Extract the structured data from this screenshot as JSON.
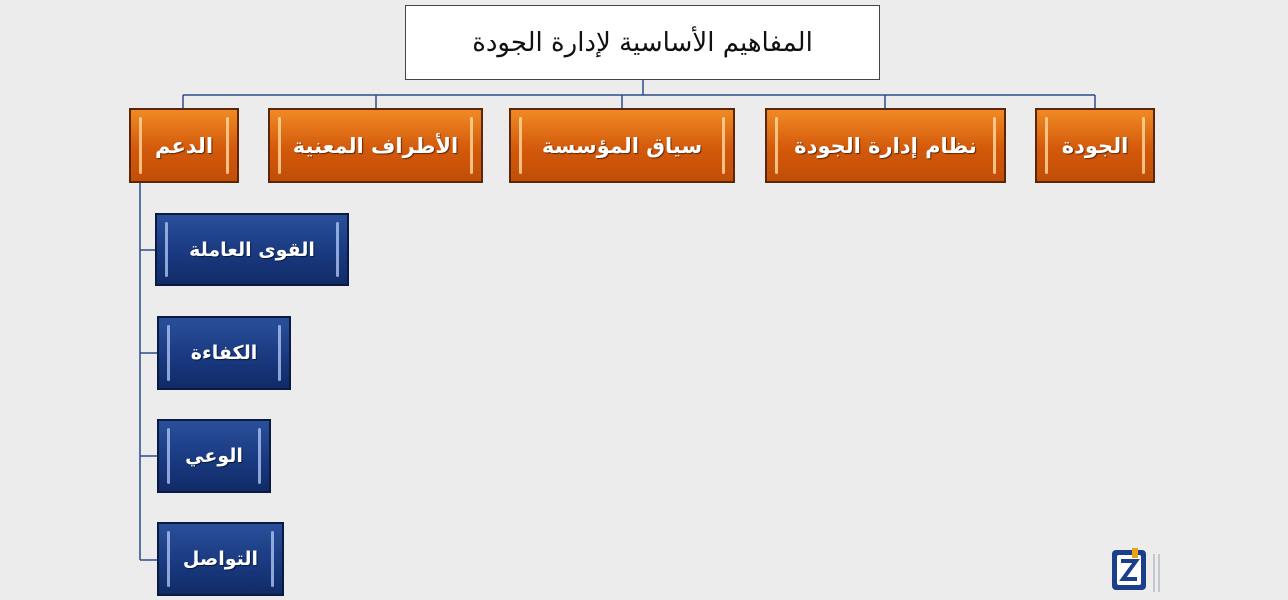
{
  "diagram": {
    "root": "المفاهيم الأساسية لإدارة الجودة",
    "categories": [
      "الجودة",
      "نظام إدارة الجودة",
      "سياق المؤسسة",
      "الأطراف المعنية",
      "الدعم"
    ],
    "support_items": [
      "القوى العاملة",
      "الكفاءة",
      "الوعي",
      "التواصل"
    ]
  },
  "colors": {
    "connector": "#2d4c8c",
    "category_fill": "#e06a12",
    "item_fill": "#1b3a80",
    "background": "#ececec"
  },
  "logo": {
    "icon": "z4-logo-icon"
  }
}
